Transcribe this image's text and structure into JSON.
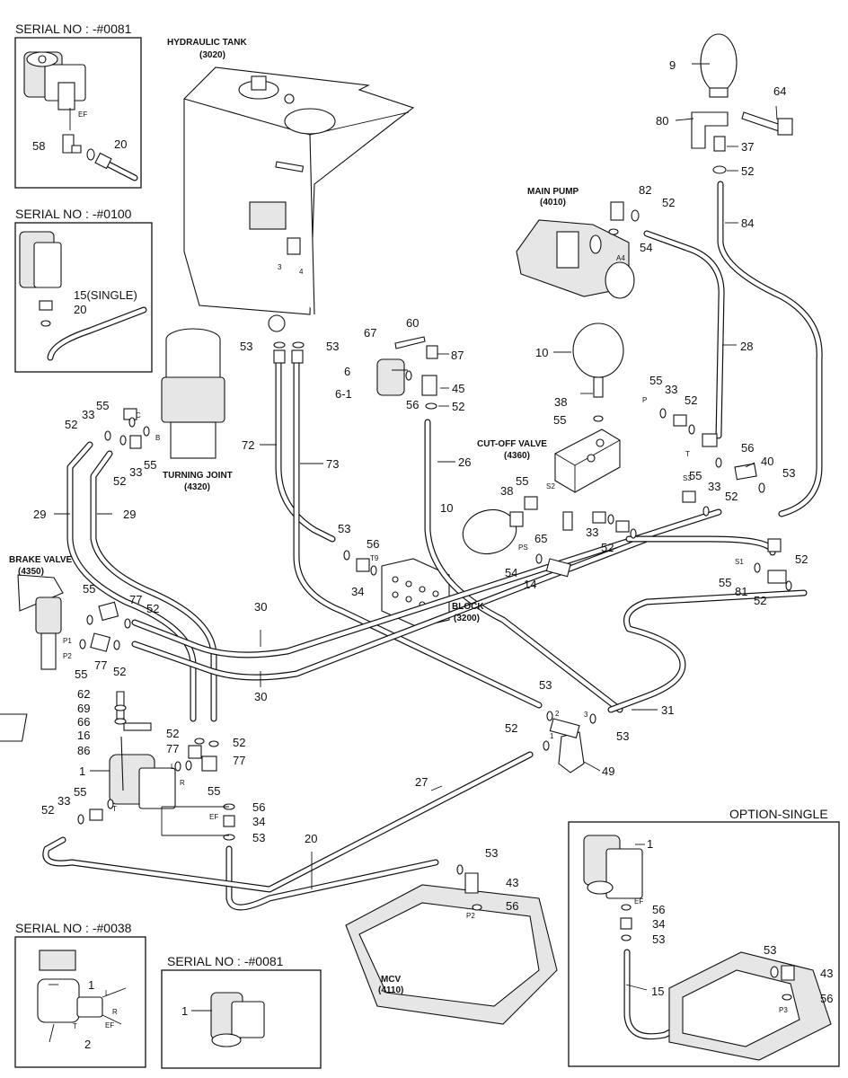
{
  "boxes": {
    "serial_top": "SERIAL NO : -#0081",
    "serial_mid": "SERIAL NO : -#0100",
    "serial_bottom_left": "SERIAL NO : -#0038",
    "serial_bottom_mid": "SERIAL NO : -#0081",
    "option_single": "OPTION-SINGLE"
  },
  "components": {
    "hydraulic_tank": {
      "name": "HYDRAULIC TANK",
      "code": "(3020)"
    },
    "main_pump": {
      "name": "MAIN PUMP",
      "code": "(4010)"
    },
    "turning_joint": {
      "name": "TURNING JOINT",
      "code": "(4320)"
    },
    "cut_off_valve": {
      "name": "CUT-OFF VALVE",
      "code": "(4360)"
    },
    "brake_valve": {
      "name": "BRAKE VALVE",
      "code": "(4350)"
    },
    "block": {
      "name": "BLOCK",
      "code": "(3200)"
    },
    "mcv": {
      "name": "MCV",
      "code": "(4110)"
    }
  },
  "port_labels": [
    "EF",
    "3",
    "4",
    "A4",
    "P",
    "T",
    "S2",
    "S3",
    "PS",
    "S1",
    "C",
    "B",
    "T9",
    "P1",
    "P2",
    "L",
    "R",
    "T",
    "EF",
    "1",
    "2",
    "3",
    "P2",
    "EF",
    "P3",
    "L",
    "R",
    "EF",
    "T"
  ],
  "part_numbers": [
    "58",
    "20",
    "15(SINGLE)",
    "20",
    "9",
    "64",
    "80",
    "37",
    "52",
    "82",
    "52",
    "84",
    "54",
    "60",
    "67",
    "87",
    "6",
    "45",
    "6-1",
    "56",
    "52",
    "53",
    "53",
    "10",
    "28",
    "38",
    "55",
    "33",
    "52",
    "55",
    "56",
    "40",
    "53",
    "55",
    "33",
    "52",
    "52",
    "33",
    "55",
    "52",
    "33",
    "55",
    "72",
    "73",
    "26",
    "29",
    "29",
    "38",
    "10",
    "55",
    "33",
    "52",
    "53",
    "56",
    "34",
    "65",
    "54",
    "14",
    "52",
    "55",
    "81",
    "52",
    "55",
    "77",
    "52",
    "55",
    "77",
    "52",
    "30",
    "30",
    "62",
    "69",
    "66",
    "16",
    "86",
    "1",
    "52",
    "77",
    "52",
    "77",
    "55",
    "53",
    "52",
    "31",
    "53",
    "49",
    "27",
    "55",
    "33",
    "52",
    "56",
    "34",
    "53",
    "20",
    "53",
    "43",
    "56",
    "1",
    "56",
    "34",
    "53",
    "53",
    "43",
    "15",
    "56",
    "1",
    "2",
    "1"
  ]
}
